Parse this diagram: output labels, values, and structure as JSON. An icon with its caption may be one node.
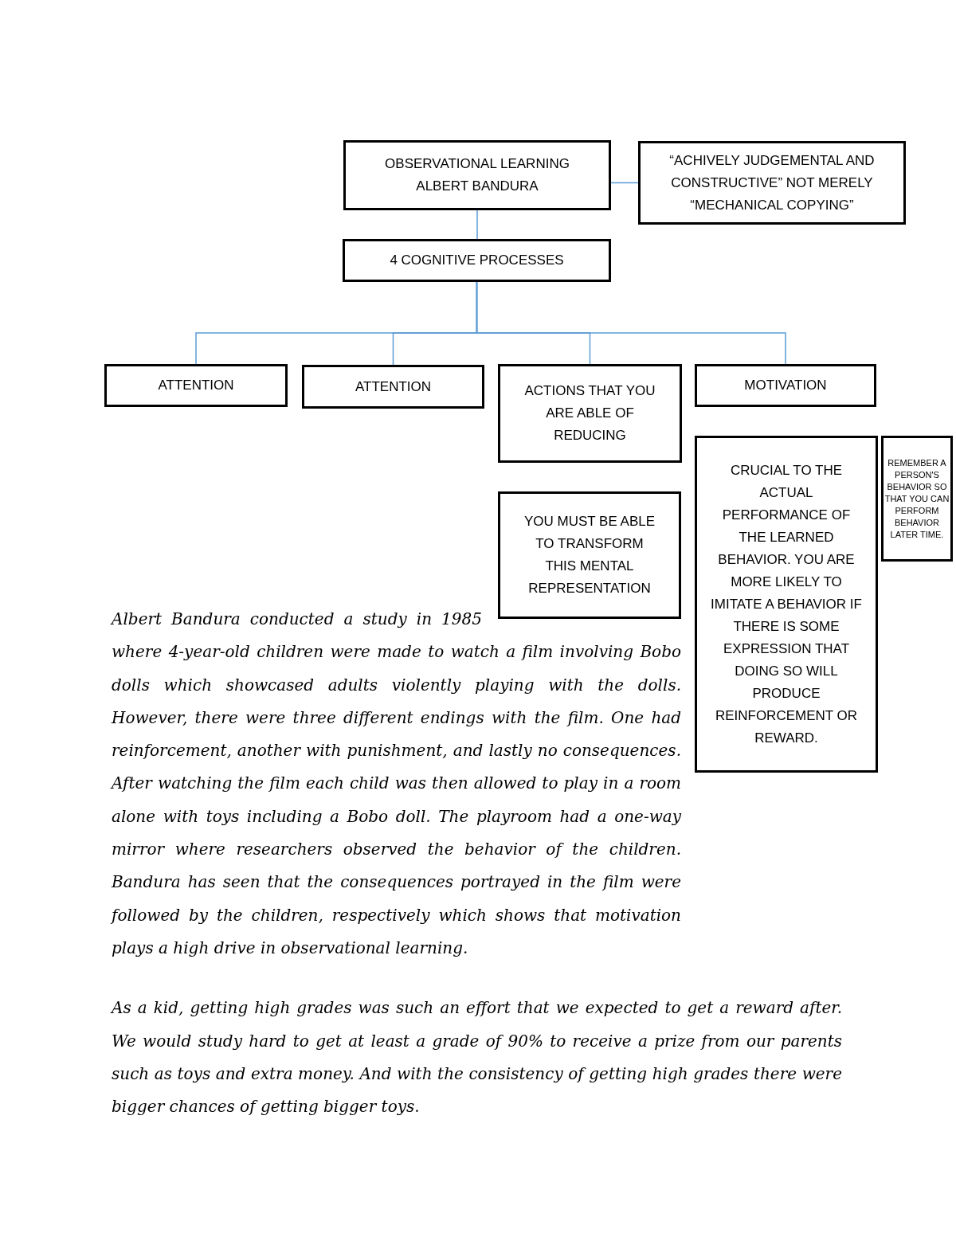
{
  "diagram": {
    "nodes": [
      {
        "text": [
          "OBSERVATIONAL LEARNING ALBERT BANDURA"
        ]
      },
      {
        "text": [
          "“ACHIVELY JUDGEMENTAL AND CONSTRUCTIVE” NOT MERELY “MECHANICAL COPYING”"
        ]
      },
      {
        "text": [
          "4 COGNITIVE PROCESSES"
        ]
      },
      {
        "text": [
          "ATTENTION"
        ]
      },
      {
        "text": [
          "ATTENTION"
        ]
      },
      {
        "text": [
          "ACTIONS THAT YOU ARE ABLE OF REDUCING"
        ]
      },
      {
        "text": [
          "MOTIVATION"
        ]
      },
      {
        "text": [
          "CRUCIAL TO THE ACTUAL PERFORMANCE OF THE LEARNED BEHAVIOR. YOU ARE MORE LIKELY TO IMITATE A BEHAVIOR IF THERE IS SOME EXPRESSION THAT DOING SO WILL PRODUCE REINFORCEMENT OR REWARD."
        ]
      },
      {
        "text": [
          "REMEMBER A PERSON'S BEHAVIOR SO THAT YOU CAN PERFORM BEHAVIOR LATER TIME."
        ]
      },
      {
        "text": [
          "YOU MUST BE ABLE TO TRANSFORM THIS MENTAL REPRESENTATION"
        ]
      }
    ],
    "edges": [
      {
        "from": 0,
        "to": 1,
        "arrow": "none"
      },
      {
        "from": 0,
        "to": 2,
        "arrow": "none"
      },
      {
        "from": 2,
        "to": 3,
        "arrow": "none"
      },
      {
        "from": 2,
        "to": 4,
        "arrow": "none"
      },
      {
        "from": 2,
        "to": 5,
        "arrow": "none"
      },
      {
        "from": 2,
        "to": 6,
        "arrow": "none"
      }
    ],
    "labels": [
      "Albert Bandura conducted a study in 1985 where 4-year-old children were made to watch a film involving Bobo dolls which showcased adults violently playing with the dolls. However, there were three different endings with the film. One had reinforcement, another with punishment, and lastly no consequences. After watching the film each child was then allowed to play in a room alone with toys including a Bobo doll. The playroom had a one-way mirror where researchers observed the behavior of the children. Bandura has seen that the consequences portrayed in the film were followed by the children, respectively which shows that motivation plays a high drive in observational learning.",
      "As a kid, getting high grades was such an effort that we expected to get a reward after. We would study hard to get at least a grade of 90% to receive a prize from our parents such as toys and extra money. And with the consistency of getting high grades there were bigger chances of getting bigger toys."
    ]
  }
}
